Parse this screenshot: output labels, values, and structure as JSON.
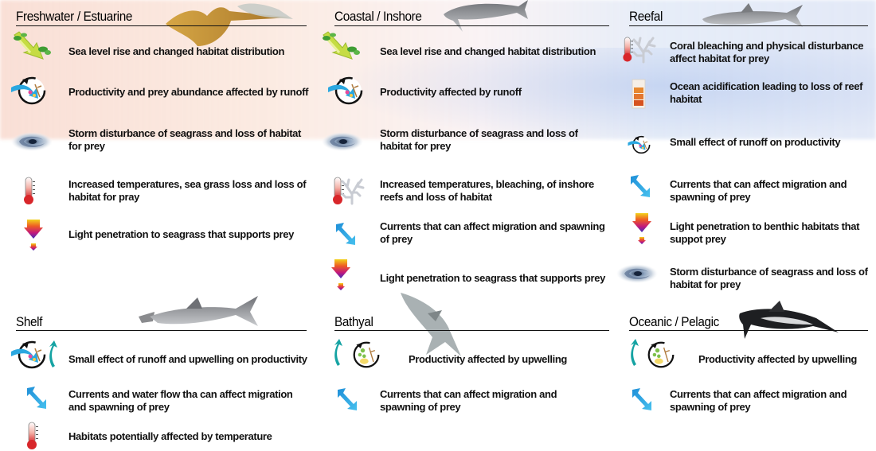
{
  "colors": {
    "arrow_blue": "#2aa7e0",
    "storm_gray": "#7f8ea3",
    "thermo_red": "#d8262a",
    "teal": "#15a3a3",
    "reef_orange": "#e3772e"
  },
  "panels": [
    {
      "id": "freshwater",
      "title": "Freshwater /  Estuarine",
      "items": [
        {
          "icon": "sea-level-icon",
          "text": "Sea level rise and changed habitat distribution"
        },
        {
          "icon": "runoff-productivity-icon",
          "text": "Productivity and prey abundance affected by runoff"
        },
        {
          "icon": "storm-icon",
          "text": "Storm disturbance of seagrass and loss of habitat for prey"
        },
        {
          "icon": "thermometer-icon",
          "text": "Increased temperatures, sea grass loss and loss of habitat for pray"
        },
        {
          "icon": "light-penetration-icon",
          "text": "Light penetration to seagrass that supports prey"
        }
      ]
    },
    {
      "id": "coastal",
      "title": "Coastal  / Inshore",
      "items": [
        {
          "icon": "sea-level-icon",
          "text": "Sea level rise and changed habitat distribution"
        },
        {
          "icon": "runoff-productivity-icon",
          "text": "Productivity affected by runoff"
        },
        {
          "icon": "storm-icon",
          "text": "Storm disturbance of seagrass and loss of habitat for prey"
        },
        {
          "icon": "thermometer-coral-icon",
          "text": "Increased temperatures, bleaching, of inshore reefs and loss of habitat"
        },
        {
          "icon": "currents-icon",
          "text": "Currents that can affect migration and spawning of prey"
        },
        {
          "icon": "light-penetration-icon",
          "text": "Light penetration to seagrass that supports prey"
        }
      ]
    },
    {
      "id": "reefal",
      "title": "Reefal",
      "items": [
        {
          "icon": "coral-bleaching-icon",
          "text": "Coral bleaching and physical disturbance affect habitat for prey"
        },
        {
          "icon": "ocean-acidification-icon",
          "text": "Ocean acidification leading to loss of reef habitat"
        },
        {
          "icon": "small-runoff-icon",
          "text": "Small effect of runoff on productivity"
        },
        {
          "icon": "currents-icon",
          "text": "Currents that can affect migration and spawning of prey"
        },
        {
          "icon": "light-penetration-icon",
          "text": "Light penetration to benthic habitats that suppot prey"
        },
        {
          "icon": "storm-icon",
          "text": "Storm disturbance of seagrass and loss of habitat for prey"
        }
      ]
    },
    {
      "id": "shelf",
      "title": "Shelf",
      "items": [
        {
          "icon": "runoff-upwelling-icon",
          "text": "Small effect of runoff and upwelling on productivity"
        },
        {
          "icon": "currents-icon",
          "text": "Currents and water flow tha can affect migration and spawning of prey"
        },
        {
          "icon": "thermometer-icon",
          "text": "Habitats potentially affected by temperature"
        }
      ]
    },
    {
      "id": "bathyal",
      "title": "Bathyal",
      "items": [
        {
          "icon": "upwelling-productivity-icon",
          "text": "Productivity affected by upwelling"
        },
        {
          "icon": "currents-icon",
          "text": "Currents that can affect migration and spawning of prey"
        }
      ]
    },
    {
      "id": "oceanic",
      "title": "Oceanic / Pelagic",
      "items": [
        {
          "icon": "upwelling-productivity-icon",
          "text": "Productivity affected by upwelling"
        },
        {
          "icon": "currents-icon",
          "text": "Currents that can affect migration and spawning of prey"
        }
      ]
    }
  ]
}
